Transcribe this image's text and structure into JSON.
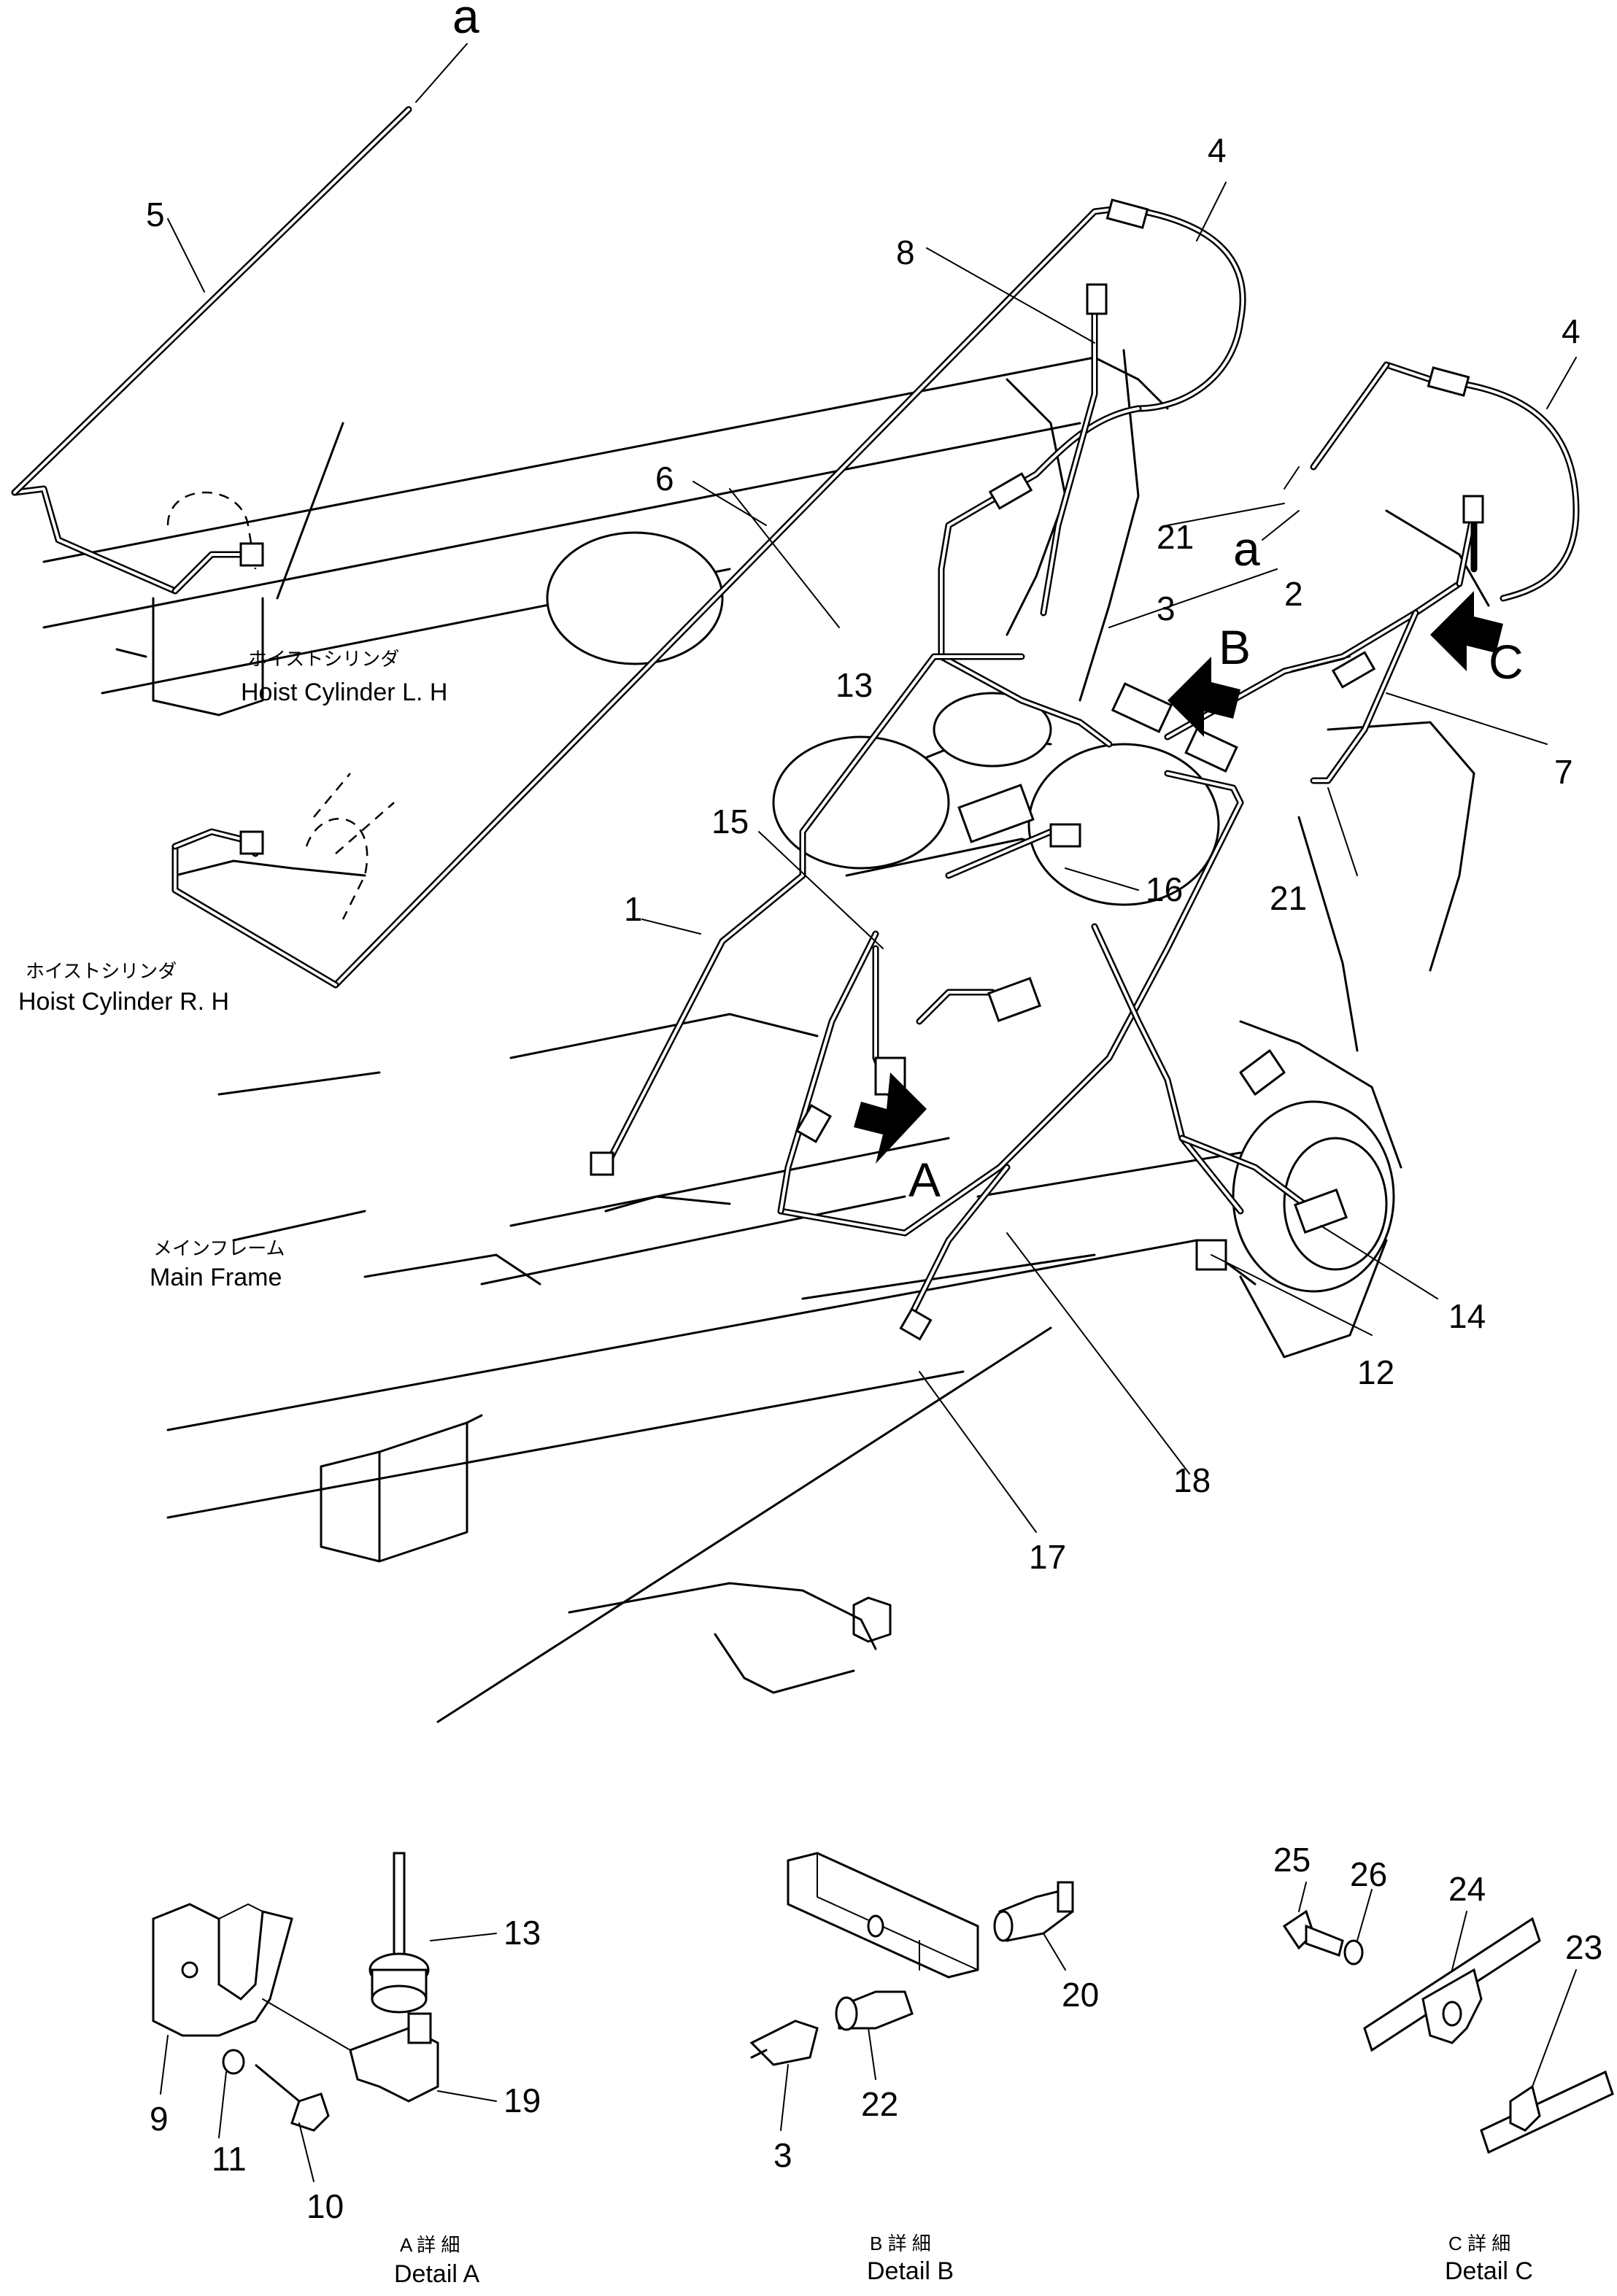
{
  "callouts": {
    "c1": "1",
    "c2": "2",
    "c3": "3",
    "c4a": "4",
    "c4b": "4",
    "c5": "5",
    "c6": "6",
    "c7": "7",
    "c8": "8",
    "c12": "12",
    "c13": "13",
    "c14": "14",
    "c15": "15",
    "c16": "16",
    "c17": "17",
    "c18": "18",
    "c21a": "21",
    "c21b": "21"
  },
  "detail_callouts": {
    "a9": "9",
    "a10": "10",
    "a11": "11",
    "a13": "13",
    "a19": "19",
    "b3": "3",
    "b20": "20",
    "b22": "22",
    "c23": "23",
    "c24": "24",
    "c25": "25",
    "c26": "26"
  },
  "letters": {
    "a_top": "a",
    "a_right": "a",
    "view_a": "A",
    "view_b": "B",
    "view_c": "C"
  },
  "labels": {
    "hoist_lh_jp": "ホイストシリンダ",
    "hoist_lh_en": "Hoist Cylinder L. H",
    "hoist_rh_jp": "ホイストシリンダ",
    "hoist_rh_en": "Hoist Cylinder R. H",
    "main_frame_jp": "メインフレーム",
    "main_frame_en": "Main Frame"
  },
  "details": {
    "a_jp": "A 詳 細",
    "a_en": "Detail A",
    "b_jp": "B 詳 細",
    "b_en": "Detail B",
    "c_jp": "C 詳 細",
    "c_en": "Detail C"
  }
}
